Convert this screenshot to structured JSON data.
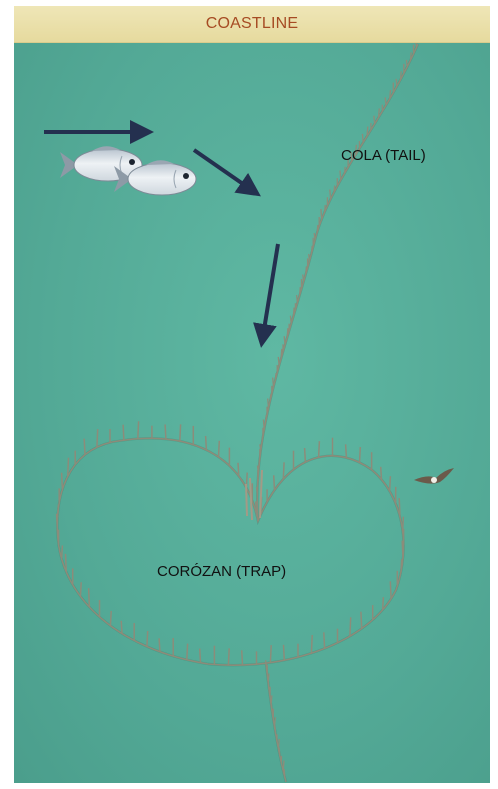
{
  "banner": {
    "title": "COASTLINE"
  },
  "labels": {
    "tail": "COLA (TAIL)",
    "trap": "CORÓZAN (TRAP)"
  },
  "icons": {
    "fish": "fish-icon",
    "arrow": "arrow-icon",
    "bird": "bird-icon"
  },
  "colors": {
    "water": "#56ad9a",
    "banner": "#ebe0aa",
    "banner_text": "#a64b23",
    "arrow": "#24304f",
    "stake": "#8c8c7a"
  }
}
